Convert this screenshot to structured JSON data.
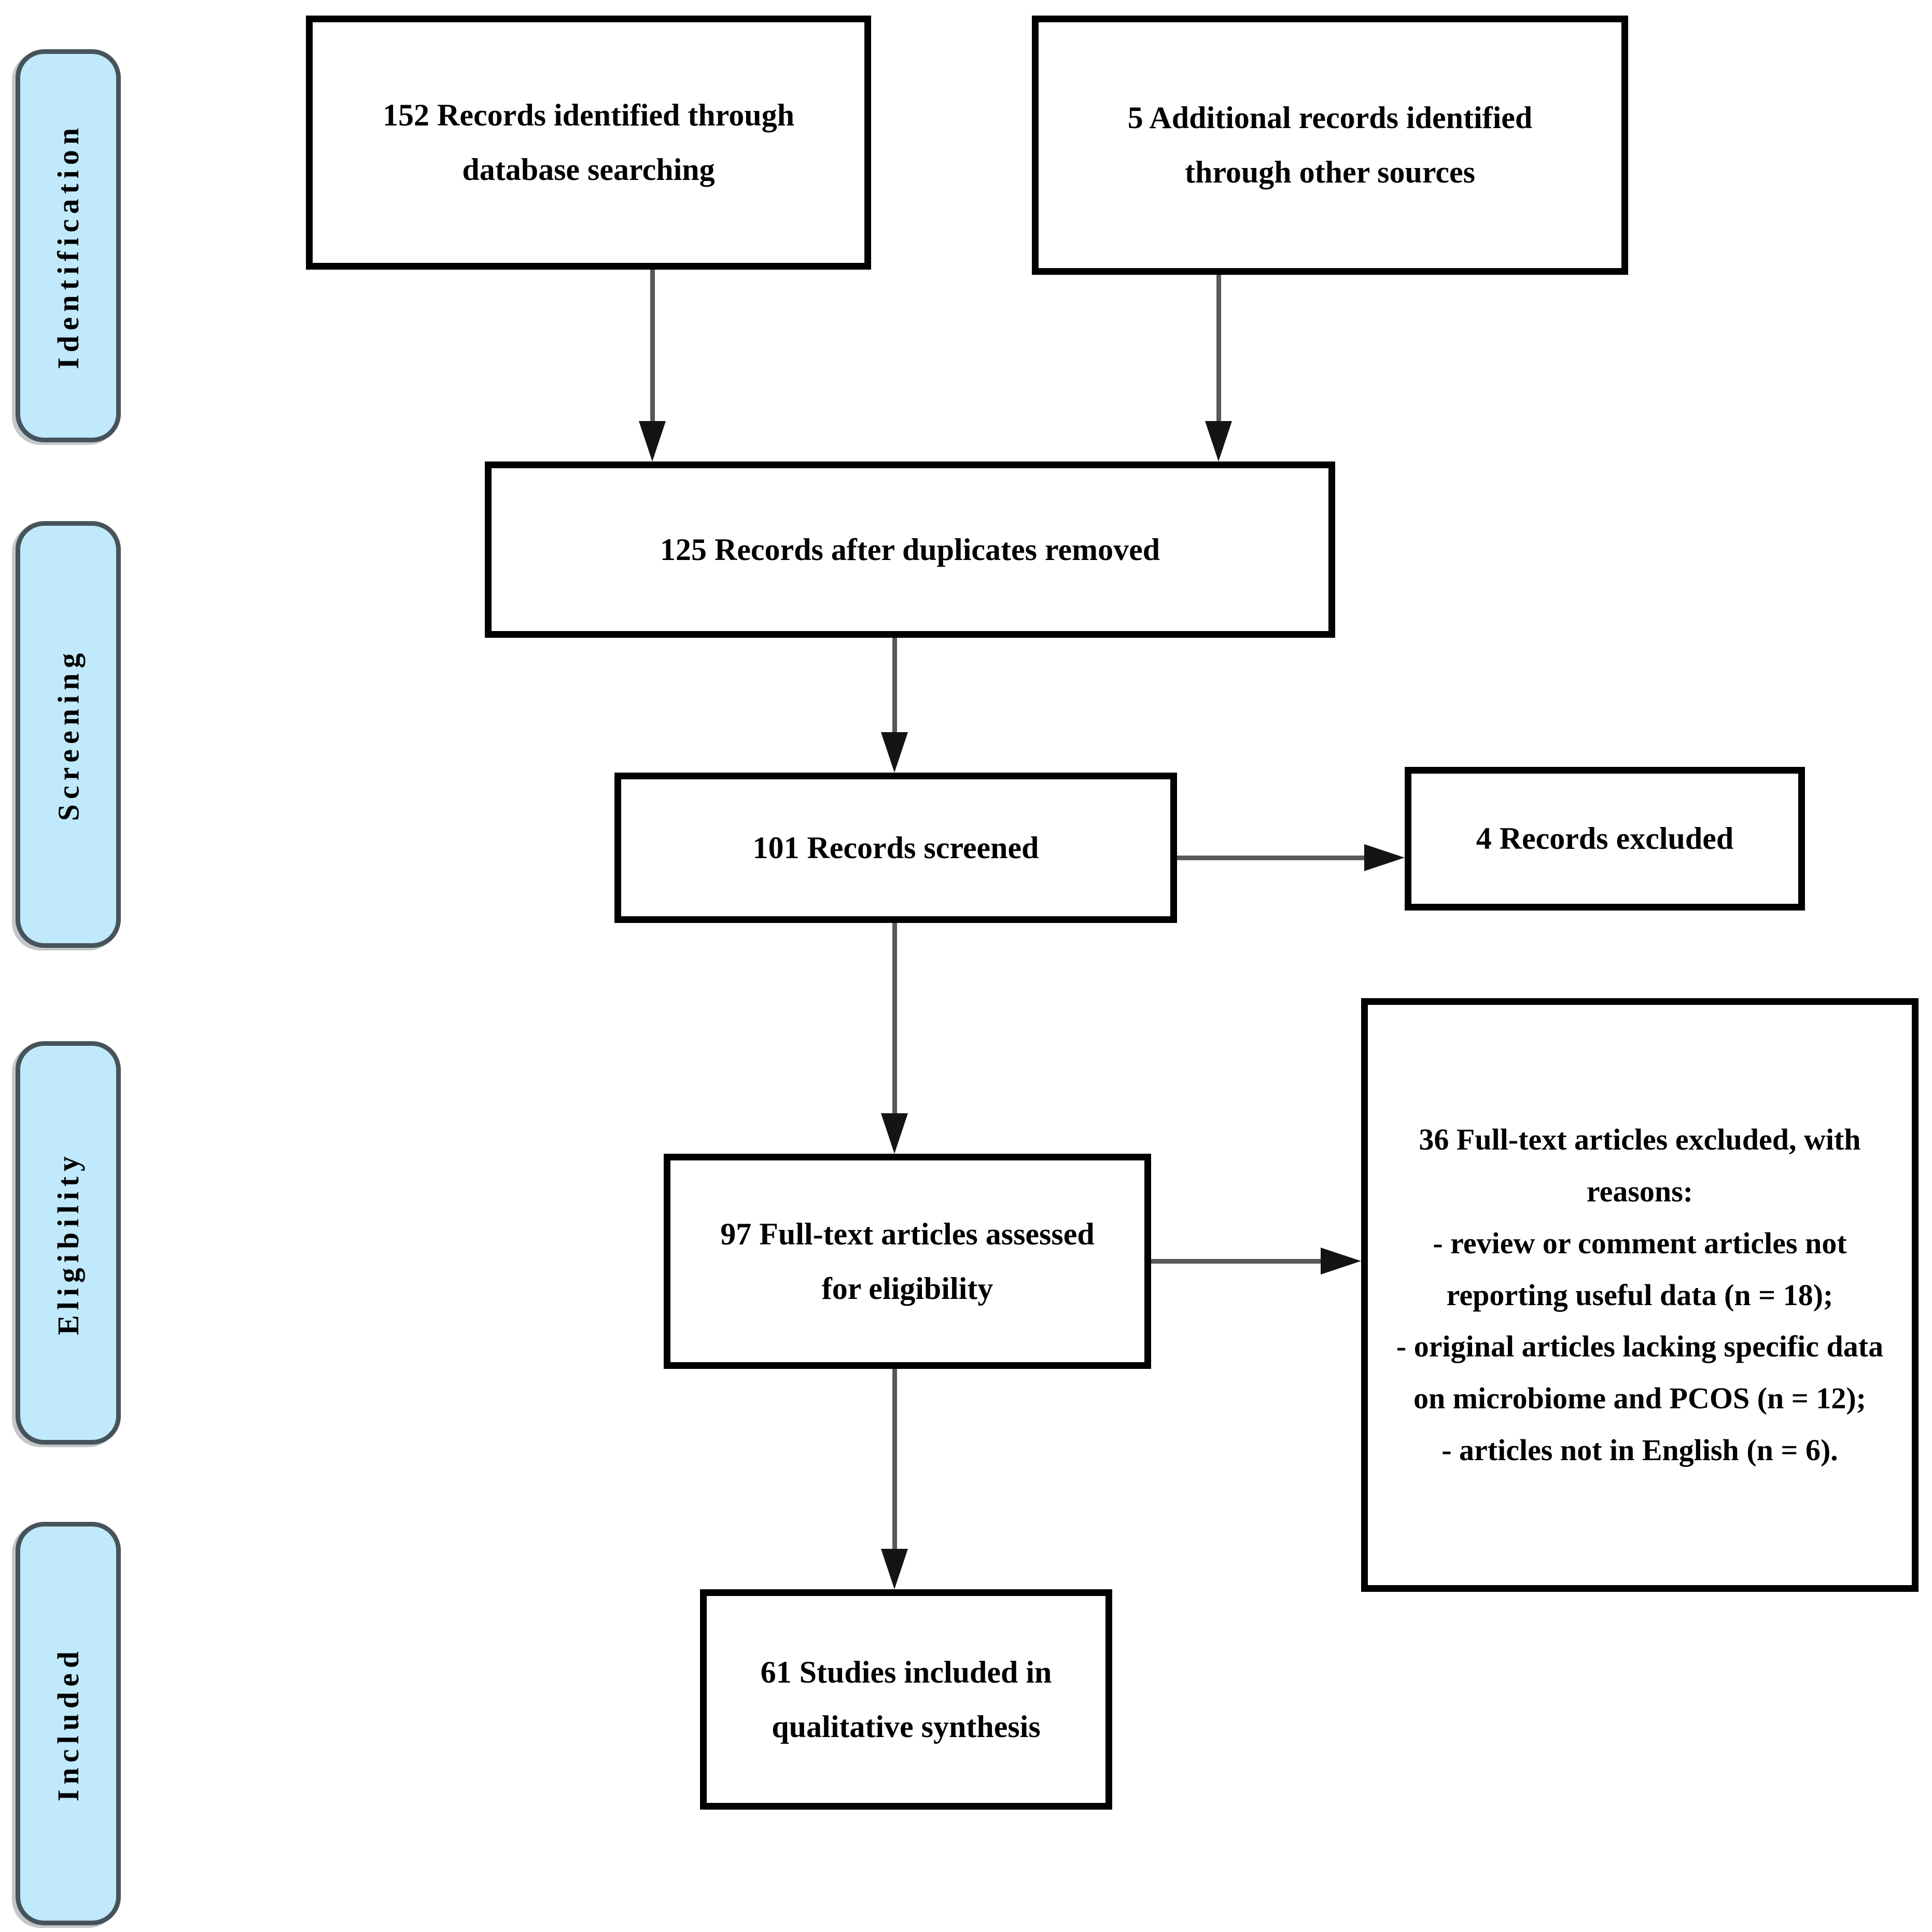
{
  "stages": [
    {
      "label": "Identification"
    },
    {
      "label": "Screening"
    },
    {
      "label": "Eligibility"
    },
    {
      "label": "Included"
    }
  ],
  "boxes": {
    "identified_db": {
      "text": "152 Records identified through database searching"
    },
    "identified_other": {
      "text": "5 Additional records identified through other sources"
    },
    "after_duplicates": {
      "text": "125 Records after duplicates removed"
    },
    "screened": {
      "text": "101 Records screened"
    },
    "records_excluded": {
      "text": "4 Records excluded"
    },
    "fulltext_assessed": {
      "text": "97 Full-text articles assessed for eligibility"
    },
    "fulltext_excluded": {
      "lines": [
        "36 Full-text articles excluded, with reasons:",
        "- review or comment articles not reporting useful data (n = 18);",
        "- original articles lacking specific data on microbiome and PCOS (n = 12);",
        "- articles not in English (n = 6)."
      ]
    },
    "included_qualitative": {
      "text": "61 Studies included in qualitative synthesis"
    }
  },
  "colors": {
    "stage_fill": "#c0e9fb",
    "stage_border": "#46535b",
    "box_border": "#000000",
    "arrow_line": "#595959",
    "arrow_head": "#141414",
    "text": "#000000",
    "background": "#ffffff"
  }
}
